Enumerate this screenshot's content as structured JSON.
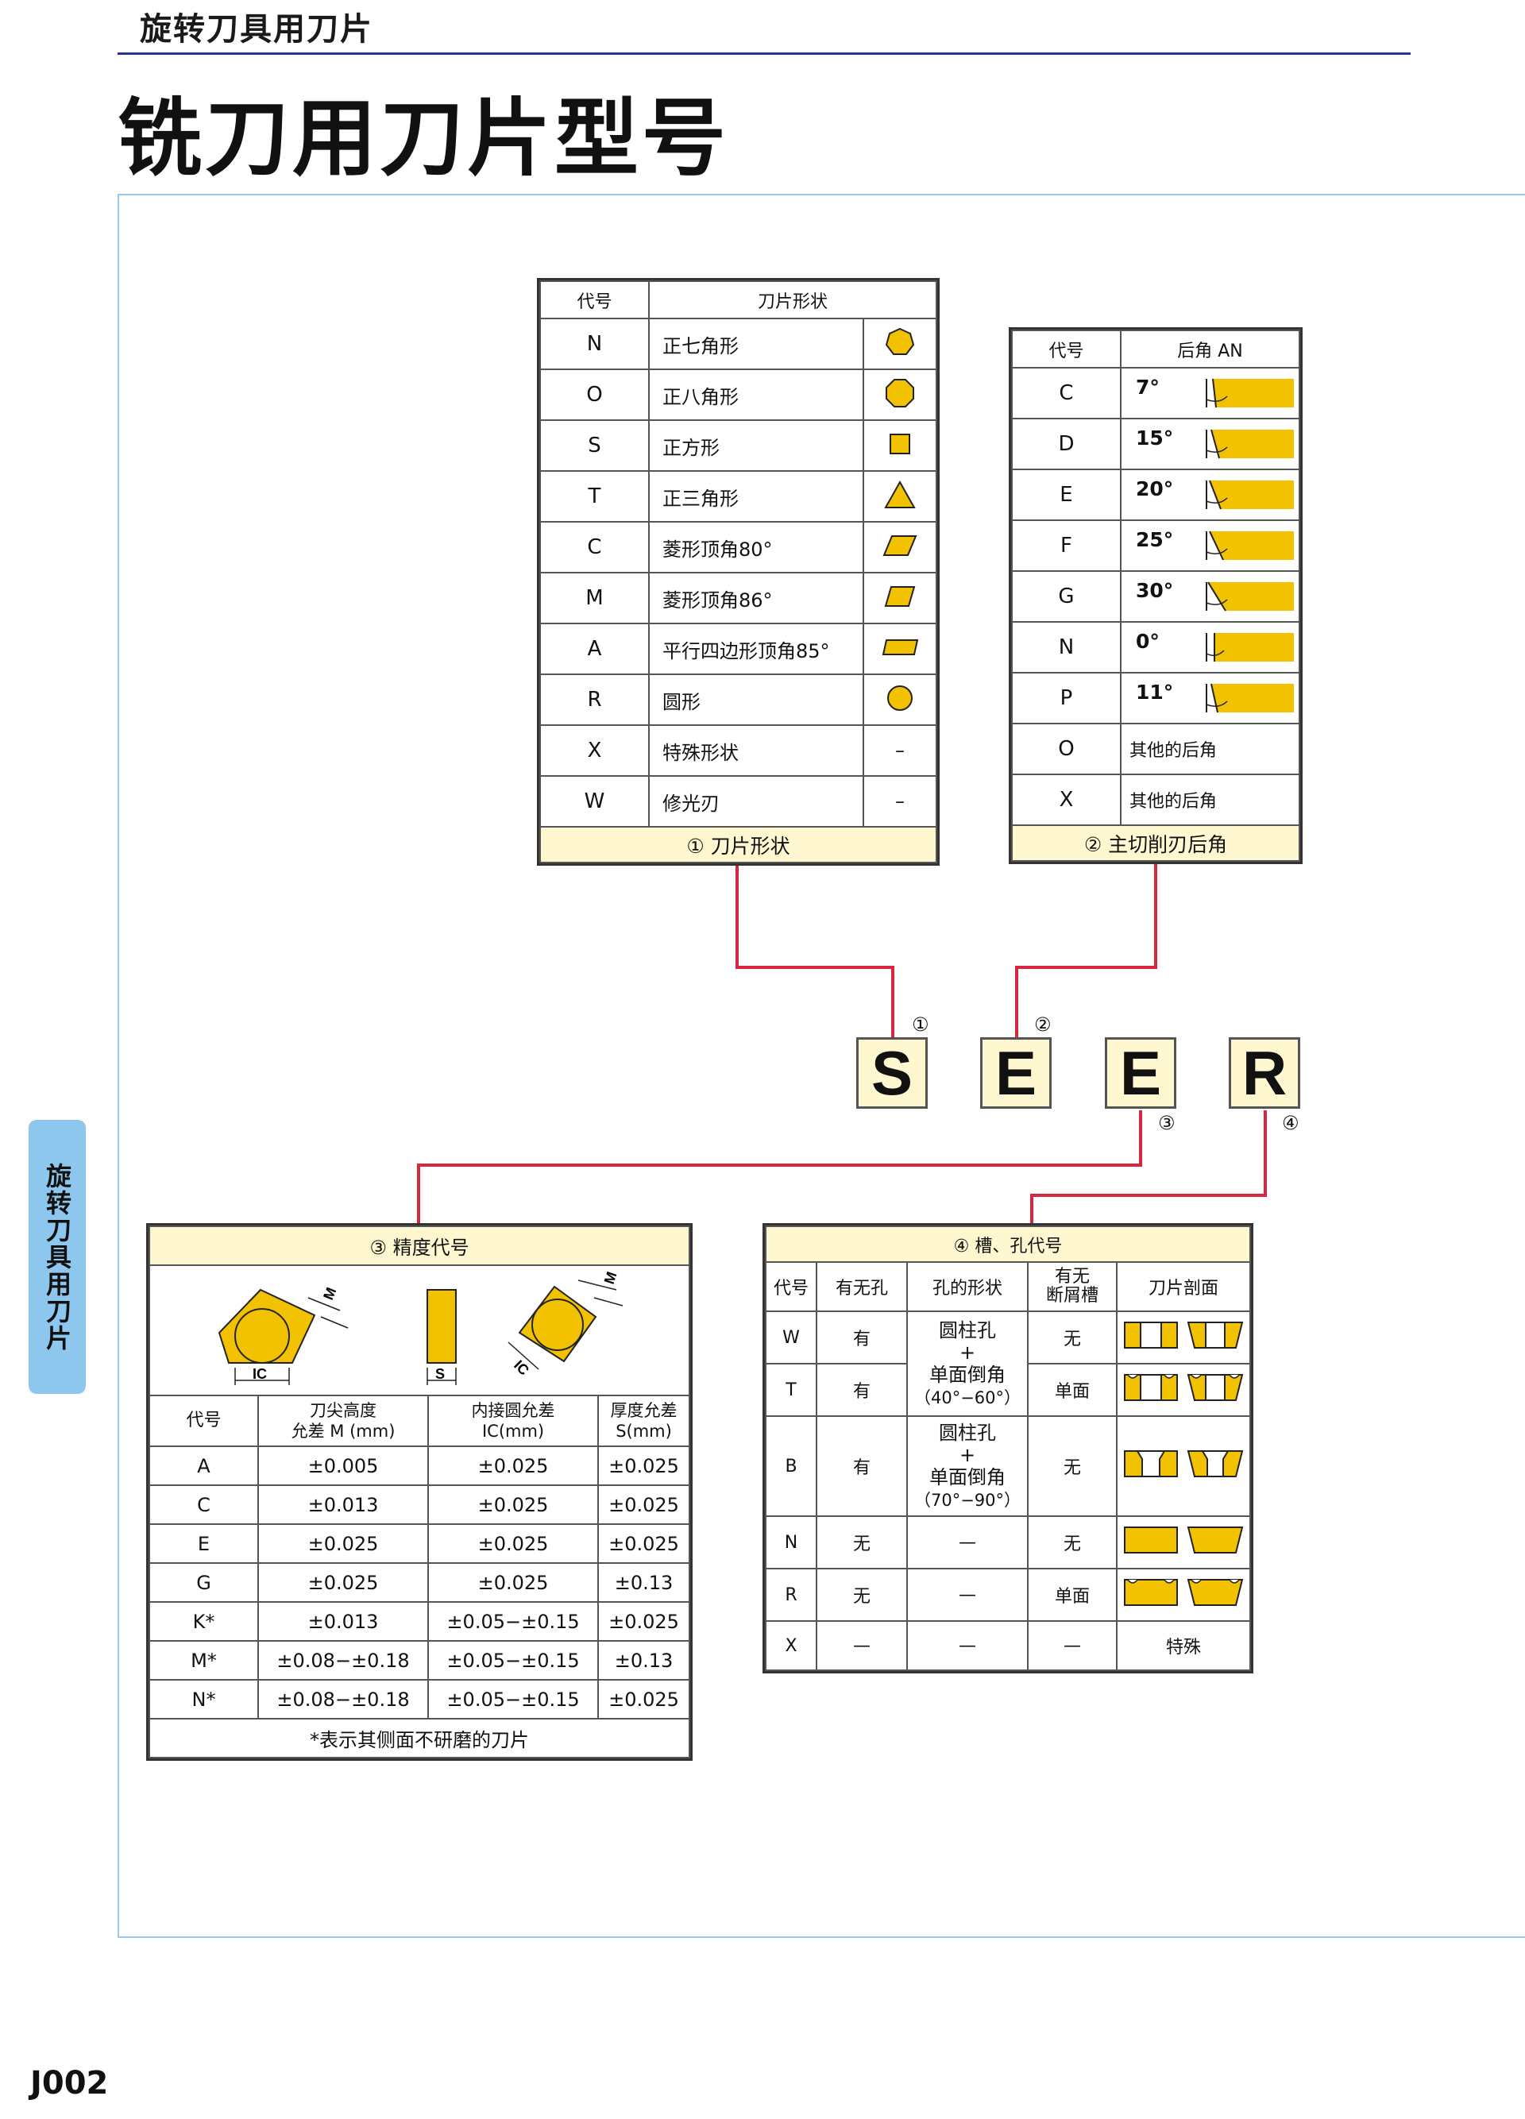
{
  "header": {
    "section_title": "旋转刀具用刀片",
    "page_title": "铣刀用刀片型号"
  },
  "side_tab": "旋转刀具用刀片",
  "page_number": "J002",
  "colors": {
    "insert_yellow": "#f2c200",
    "cream": "#fff7cf",
    "connector_red": "#d7263d",
    "accent_blue": "#1f3a8a",
    "tab_blue": "#8ec7ee"
  },
  "designation": {
    "letters": [
      "S",
      "E",
      "E",
      "R"
    ],
    "markers": [
      "①",
      "②",
      "③",
      "④"
    ]
  },
  "shape_table": {
    "header_code": "代号",
    "header_shape": "刀片形状",
    "footer": "① 刀片形状",
    "rows": [
      {
        "code": "N",
        "name": "正七角形",
        "icon": "heptagon-icon"
      },
      {
        "code": "O",
        "name": "正八角形",
        "icon": "octagon-icon"
      },
      {
        "code": "S",
        "name": "正方形",
        "icon": "square-icon"
      },
      {
        "code": "T",
        "name": "正三角形",
        "icon": "triangle-icon"
      },
      {
        "code": "C",
        "name": "菱形顶角80°",
        "icon": "rhombus-80-icon"
      },
      {
        "code": "M",
        "name": "菱形顶角86°",
        "icon": "rhombus-86-icon"
      },
      {
        "code": "A",
        "name": "平行四边形顶角85°",
        "icon": "parallelogram-icon"
      },
      {
        "code": "R",
        "name": "圆形",
        "icon": "circle-icon"
      },
      {
        "code": "X",
        "name": "特殊形状",
        "dash": "–"
      },
      {
        "code": "W",
        "name": "修光刃",
        "dash": "–"
      }
    ]
  },
  "clearance_table": {
    "header_code": "代号",
    "header_angle": "后角 AN",
    "footer": "② 主切削刃后角",
    "rows": [
      {
        "code": "C",
        "angle": "7°"
      },
      {
        "code": "D",
        "angle": "15°"
      },
      {
        "code": "E",
        "angle": "20°"
      },
      {
        "code": "F",
        "angle": "25°"
      },
      {
        "code": "G",
        "angle": "30°"
      },
      {
        "code": "N",
        "angle": "0°"
      },
      {
        "code": "P",
        "angle": "11°"
      },
      {
        "code": "O",
        "angle": "其他的后角"
      },
      {
        "code": "X",
        "angle": "其他的后角"
      }
    ]
  },
  "tolerance_table": {
    "title": "③ 精度代号",
    "diagram_labels": {
      "m": "M",
      "ic": "IC",
      "s": "S"
    },
    "headers": {
      "code": "代号",
      "m_1": "刀尖高度",
      "m_2": "允差 M (mm)",
      "ic_1": "内接圆允差",
      "ic_2": "IC(mm)",
      "s_1": "厚度允差",
      "s_2": "S(mm)"
    },
    "rows": [
      {
        "code": "A",
        "m": "±0.005",
        "ic": "±0.025",
        "s": "±0.025"
      },
      {
        "code": "C",
        "m": "±0.013",
        "ic": "±0.025",
        "s": "±0.025"
      },
      {
        "code": "E",
        "m": "±0.025",
        "ic": "±0.025",
        "s": "±0.025"
      },
      {
        "code": "G",
        "m": "±0.025",
        "ic": "±0.025",
        "s": "±0.13"
      },
      {
        "code": "K*",
        "m": "±0.013",
        "ic": "±0.05−±0.15",
        "s": "±0.025"
      },
      {
        "code": "M*",
        "m": "±0.08−±0.18",
        "ic": "±0.05−±0.15",
        "s": "±0.13"
      },
      {
        "code": "N*",
        "m": "±0.08−±0.18",
        "ic": "±0.05−±0.15",
        "s": "±0.025"
      }
    ],
    "note": "*表示其侧面不研磨的刀片"
  },
  "hole_table": {
    "title": "④ 槽、孔代号",
    "headers": {
      "code": "代号",
      "hole": "有无孔",
      "hole_shape": "孔的形状",
      "chip_1": "有无",
      "chip_2": "断屑槽",
      "section": "刀片剖面"
    },
    "rows": [
      {
        "code": "W",
        "hole": "有",
        "chip": "无",
        "fig": "hole-cyl"
      },
      {
        "code": "T",
        "hole": "有",
        "chip": "单面",
        "fig": "hole-cyl-groove"
      },
      {
        "code": "B",
        "hole": "有",
        "chip": "无",
        "fig": "hole-cyl"
      },
      {
        "code": "N",
        "hole": "无",
        "shape": "—",
        "chip": "无",
        "fig": "solid"
      },
      {
        "code": "R",
        "hole": "无",
        "shape": "—",
        "chip": "单面",
        "fig": "solid-groove"
      },
      {
        "code": "X",
        "hole": "—",
        "shape": "—",
        "chip": "—",
        "section_text": "特殊"
      }
    ],
    "shape_wt": [
      "圆柱孔",
      "+",
      "单面倒角",
      "（40°−60°）"
    ],
    "shape_b": [
      "圆柱孔",
      "+",
      "单面倒角",
      "（70°−90°）"
    ]
  }
}
